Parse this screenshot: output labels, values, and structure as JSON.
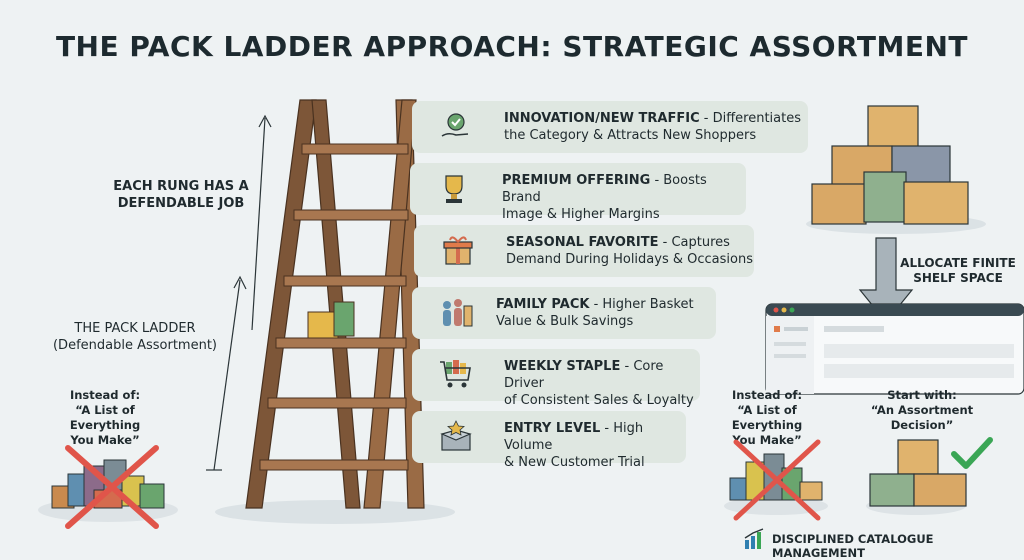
{
  "title": "THE PACK LADDER APPROACH: STRATEGIC ASSORTMENT",
  "left_labels": {
    "rung_job_line1": "EACH RUNG HAS A",
    "rung_job_line2": "DEFENDABLE JOB",
    "pack_ladder": "THE PACK LADDER",
    "pack_ladder_sub": "(Defendable Assortment)",
    "instead_of": "Instead of:",
    "list_line1": "“A List of Everything",
    "list_line2": "You Make”"
  },
  "rungs": [
    {
      "heading": "INNOVATION/NEW TRAFFIC",
      "line1": " - Differentiates",
      "line2": "the Category & Attracts New Shoppers",
      "icon": "hand-gear-icon"
    },
    {
      "heading": "PREMIUM OFFERING",
      "line1": " - Boosts Brand",
      "line2": "Image & Higher Margins",
      "icon": "trophy-icon"
    },
    {
      "heading": "SEASONAL FAVORITE",
      "line1": " - Captures",
      "line2": "Demand During Holidays & Occasions",
      "icon": "gift-icon"
    },
    {
      "heading": "FAMILY PACK",
      "line1": " - Higher Basket",
      "line2": "Value & Bulk Savings",
      "icon": "family-icon"
    },
    {
      "heading": "WEEKLY STAPLE",
      "line1": " - Core Driver",
      "line2": "of Consistent Sales & Loyalty",
      "icon": "cart-icon"
    },
    {
      "heading": "ENTRY LEVEL",
      "line1": " - High Volume",
      "line2": "& New Customer Trial",
      "icon": "star-box-icon"
    }
  ],
  "right_labels": {
    "allocate_line1": "ALLOCATE FINITE",
    "allocate_line2": "SHELF SPACE",
    "instead_of": "Instead of:",
    "list_line1": "“A List of Everything",
    "list_line2": "You Make”",
    "start_with": "Start with:",
    "decision": "“An Assortment Decision”",
    "footer": "DISCIPLINED CATALOGUE MANAGEMENT"
  },
  "colors": {
    "card": "#dfe7e1",
    "ladder": "#9a6b45",
    "ladder_dark": "#6e4a2e",
    "cross": "#e0554a",
    "check": "#3aa655",
    "box": "#d9a866"
  }
}
